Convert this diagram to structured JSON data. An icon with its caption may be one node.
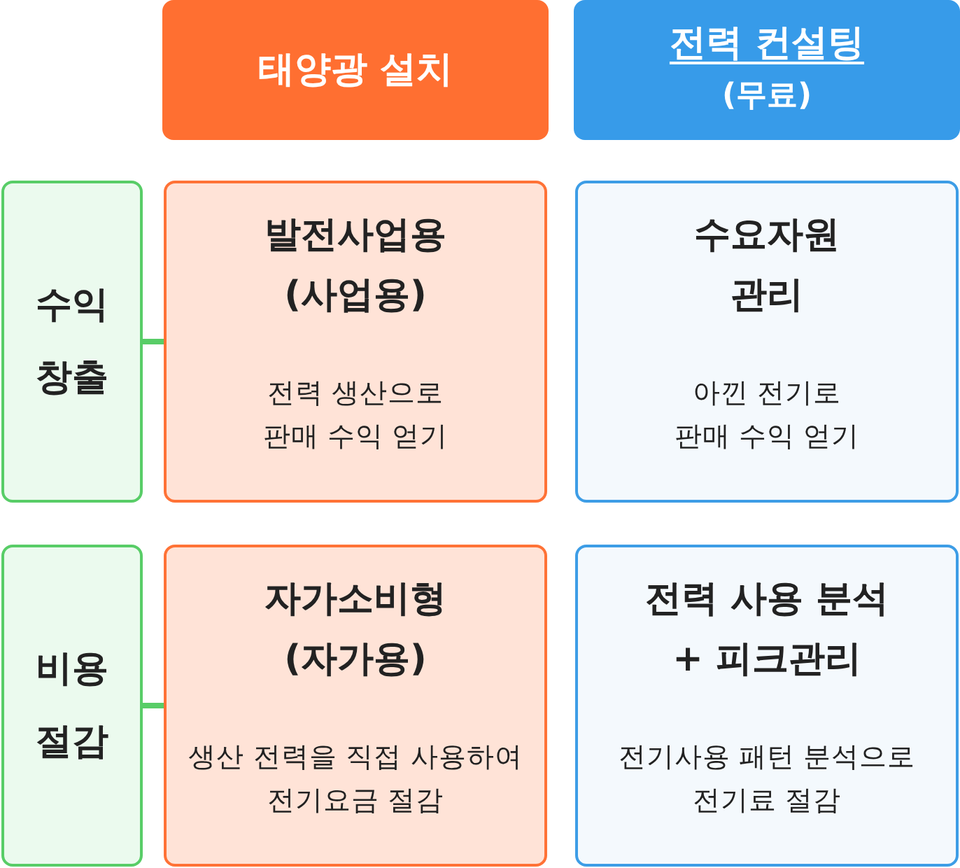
{
  "diagram": {
    "nodes": [
      {
        "text": [
          "태양광 설치"
        ]
      },
      {
        "text": [
          "전력 컨설팅",
          "(무료)"
        ]
      },
      {
        "text": [
          "수익 창출"
        ]
      },
      {
        "text": [
          "발전사업용 (사업용)",
          "전력 생산으로 판매 수익 얻기"
        ]
      },
      {
        "text": [
          "수요자원 관리",
          "아낀 전기로 판매 수익 얻기"
        ]
      },
      {
        "text": [
          "비용 절감"
        ]
      },
      {
        "text": [
          "자가소비형 (자가용)",
          "생산 전력을 직접 사용하여 전기요금 절감"
        ]
      },
      {
        "text": [
          "전력 사용 분석 + 피크관리",
          "전기사용 패턴 분석으로 전기료 절감"
        ]
      }
    ],
    "edges": [
      {
        "from": 2,
        "to": 3,
        "arrow": "none"
      },
      {
        "from": 5,
        "to": 6,
        "arrow": "none"
      }
    ]
  }
}
